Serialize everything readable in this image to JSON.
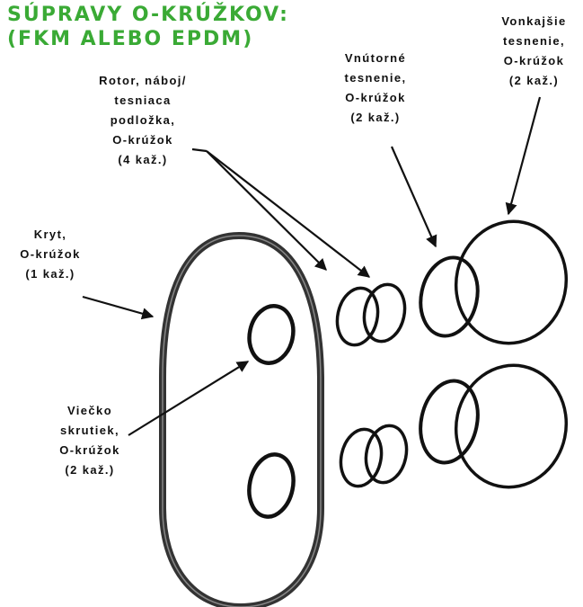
{
  "title": {
    "line1": "SÚPRAVY O-KRÚŽKOV:",
    "line2": "(FKM ALEBO EPDM)"
  },
  "labels": {
    "rotor": [
      "Rotor, náboj/",
      "tesniaca",
      "podložka,",
      "O-krúžok",
      "(4 kaž.)"
    ],
    "inner": [
      "Vnútorné",
      "tesnenie,",
      "O-krúžok",
      "(2 kaž.)"
    ],
    "outer": [
      "Vonkajšie",
      "tesnenie,",
      "O-krúžok",
      "(2 kaž.)"
    ],
    "cover": [
      "Kryt,",
      "O-krúžok",
      "(1 kaž.)"
    ],
    "screw": [
      "Viečko",
      "skrutiek,",
      "O-krúžok",
      "(2 kaž.)"
    ]
  },
  "colors": {
    "title": "#3aaa35",
    "ink": "#111111"
  }
}
